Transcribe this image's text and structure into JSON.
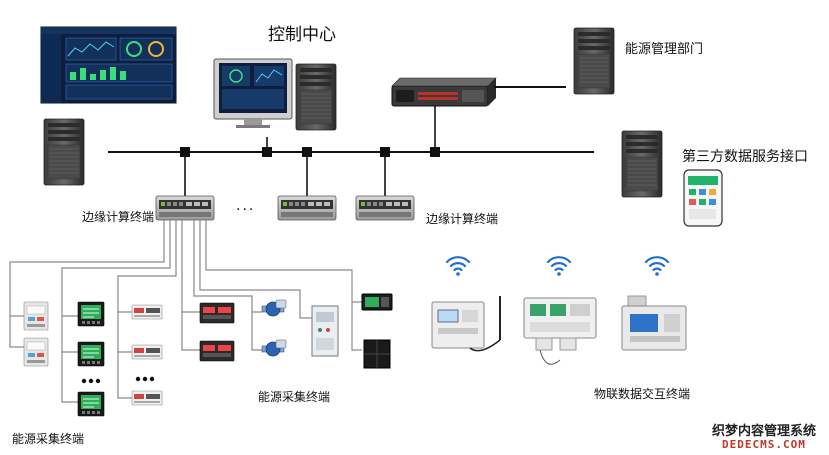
{
  "labels": {
    "control_center": "控制中心",
    "energy_dept": "能源管理部门",
    "third_party": "第三方数据服务接口",
    "edge_terminal_left": "边缘计算终端",
    "edge_terminal_right": "边缘计算终端",
    "ellipsis_edge": "···",
    "energy_terminal_left": "能源采集终端",
    "energy_terminal_mid": "能源采集终端",
    "iot_terminal": "物联数据交互终端"
  },
  "watermark": {
    "line1": "织梦内容管理系统",
    "line2": "DEDECMS.COM"
  },
  "icons": {
    "wifi": "wifi-icon",
    "server": "server-tower-icon",
    "rack": "rack-server-icon",
    "switch": "network-switch-icon",
    "phone": "smartphone-icon"
  },
  "colors": {
    "bus": "#111111",
    "wire": "#8a8a8a",
    "screen_dark": "#0d1f3c",
    "accent": "#2f73c8",
    "phone_green": "#1fb46a",
    "watermark_red": "#c0392b"
  }
}
